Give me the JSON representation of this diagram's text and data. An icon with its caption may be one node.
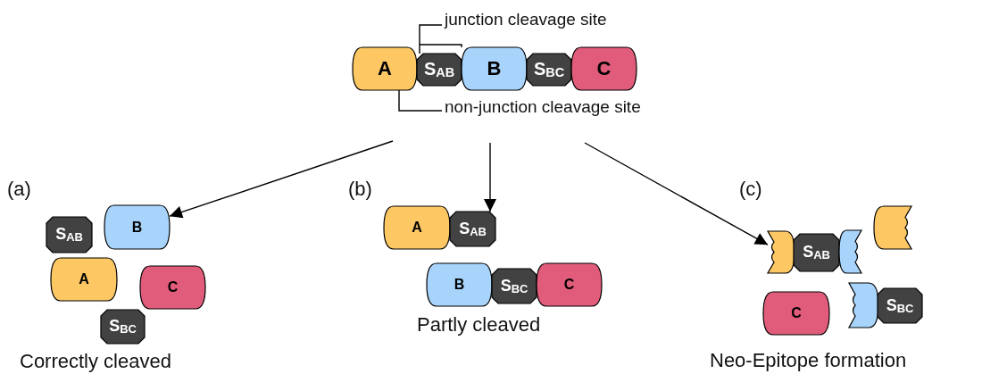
{
  "diagram": {
    "nodes": [
      {
        "text": [
          "A"
        ]
      },
      {
        "text": [
          "S$_{AB}$"
        ]
      },
      {
        "text": [
          "B"
        ]
      },
      {
        "text": [
          "S$_{BC}$"
        ]
      },
      {
        "text": [
          "C"
        ]
      },
      {
        "text": [
          "junction cleavage site"
        ]
      },
      {
        "text": [
          "non-junction cleavage site"
        ]
      },
      {
        "text": [
          "S$_{AB}$"
        ]
      },
      {
        "text": [
          "B"
        ]
      },
      {
        "text": [
          "A"
        ]
      },
      {
        "text": [
          "C"
        ]
      },
      {
        "text": [
          "S$_{BC}$"
        ]
      },
      {
        "text": [
          "A"
        ]
      },
      {
        "text": [
          "S$_{AB}$"
        ]
      },
      {
        "text": [
          "B"
        ]
      },
      {
        "text": [
          "S$_{BC}$"
        ]
      },
      {
        "text": [
          "C"
        ]
      },
      {
        "text": [],
        "shape": "box"
      },
      {
        "text": [
          "S$_{AB}$"
        ]
      },
      {
        "text": [],
        "shape": "box"
      },
      {
        "text": [],
        "shape": "box"
      },
      {
        "text": [
          "C"
        ]
      },
      {
        "text": [],
        "shape": "box"
      },
      {
        "text": [
          "S$_{BC}$"
        ]
      }
    ],
    "edges": [
      {
        "from": 5,
        "to": 1,
        "arrow": "none"
      },
      {
        "from": 6,
        "to": 0,
        "arrow": "none"
      },
      {
        "from": null,
        "to": 8,
        "arrow": "to"
      },
      {
        "from": null,
        "to": 13,
        "arrow": "to"
      },
      {
        "from": null,
        "to": 17,
        "arrow": "to"
      }
    ],
    "labels": [
      "(a)",
      "(b)",
      "(c)",
      "Correctly cleaved",
      "Partly cleaved",
      "Neo-Epitope formation"
    ]
  }
}
